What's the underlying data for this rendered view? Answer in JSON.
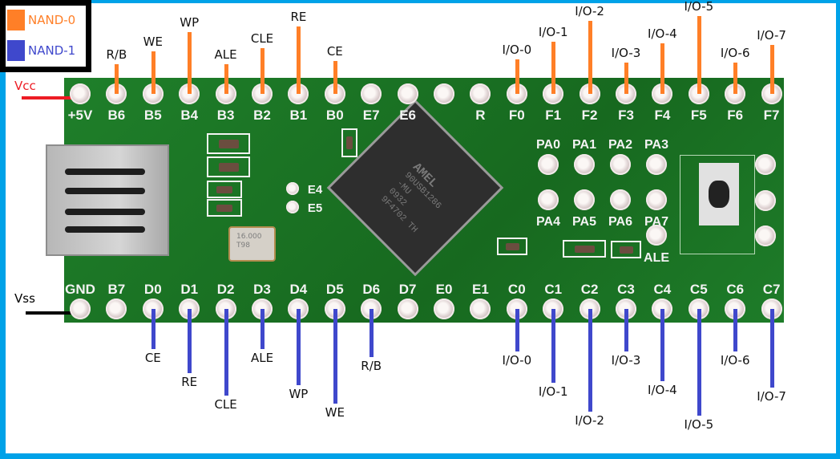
{
  "legend": {
    "items": [
      {
        "label": "NAND-0",
        "color": "#ff7f27"
      },
      {
        "label": "NAND-1",
        "color": "#3f48cc"
      }
    ]
  },
  "power": {
    "vcc": {
      "label": "Vcc",
      "color": "#ed1c24"
    },
    "vss": {
      "label": "Vss",
      "color": "#000000"
    }
  },
  "board": {
    "top_pins": [
      "+5V",
      "B6",
      "B5",
      "B4",
      "B3",
      "B2",
      "B1",
      "B0",
      "E7",
      "E6",
      "",
      "R",
      "F0",
      "F1",
      "F2",
      "F3",
      "F4",
      "F5",
      "F6",
      "F7"
    ],
    "bottom_pins": [
      "GND",
      "B7",
      "D0",
      "D1",
      "D2",
      "D3",
      "D4",
      "D5",
      "D6",
      "D7",
      "E0",
      "E1",
      "C0",
      "C1",
      "C2",
      "C3",
      "C4",
      "C5",
      "C6",
      "C7"
    ],
    "pa_top": [
      "PA0",
      "PA1",
      "PA2",
      "PA3"
    ],
    "pa_bottom": [
      "PA4",
      "PA5",
      "PA6",
      "PA7"
    ],
    "misc_labels": {
      "e4": "E4",
      "e5": "E5",
      "ale": "ALE"
    },
    "chip": {
      "brand": "AMEL",
      "line1": "90USB1286",
      "line2": "-MU",
      "line3": "0932",
      "line4": "9F4702 TH"
    },
    "crystal": {
      "line1": "16.000",
      "line2": "T98"
    }
  },
  "nand0": {
    "signals": [
      {
        "pin": "B6",
        "label": "R/B"
      },
      {
        "pin": "B5",
        "label": "WE"
      },
      {
        "pin": "B4",
        "label": "WP"
      },
      {
        "pin": "B3",
        "label": "ALE"
      },
      {
        "pin": "B2",
        "label": "CLE"
      },
      {
        "pin": "B1",
        "label": "RE"
      },
      {
        "pin": "B0",
        "label": "CE"
      },
      {
        "pin": "F0",
        "label": "I/O-0"
      },
      {
        "pin": "F1",
        "label": "I/O-1"
      },
      {
        "pin": "F2",
        "label": "I/O-2"
      },
      {
        "pin": "F3",
        "label": "I/O-3"
      },
      {
        "pin": "F4",
        "label": "I/O-4"
      },
      {
        "pin": "F5",
        "label": "I/O-5"
      },
      {
        "pin": "F6",
        "label": "I/O-6"
      },
      {
        "pin": "F7",
        "label": "I/O-7"
      }
    ]
  },
  "nand1": {
    "signals": [
      {
        "pin": "D0",
        "label": "CE"
      },
      {
        "pin": "D1",
        "label": "RE"
      },
      {
        "pin": "D2",
        "label": "CLE"
      },
      {
        "pin": "D3",
        "label": "ALE"
      },
      {
        "pin": "D4",
        "label": "WP"
      },
      {
        "pin": "D5",
        "label": "WE"
      },
      {
        "pin": "D6",
        "label": "R/B"
      },
      {
        "pin": "C0",
        "label": "I/O-0"
      },
      {
        "pin": "C1",
        "label": "I/O-1"
      },
      {
        "pin": "C2",
        "label": "I/O-2"
      },
      {
        "pin": "C3",
        "label": "I/O-3"
      },
      {
        "pin": "C4",
        "label": "I/O-4"
      },
      {
        "pin": "C5",
        "label": "I/O-5"
      },
      {
        "pin": "C6",
        "label": "I/O-6"
      },
      {
        "pin": "C7",
        "label": "I/O-7"
      }
    ]
  }
}
